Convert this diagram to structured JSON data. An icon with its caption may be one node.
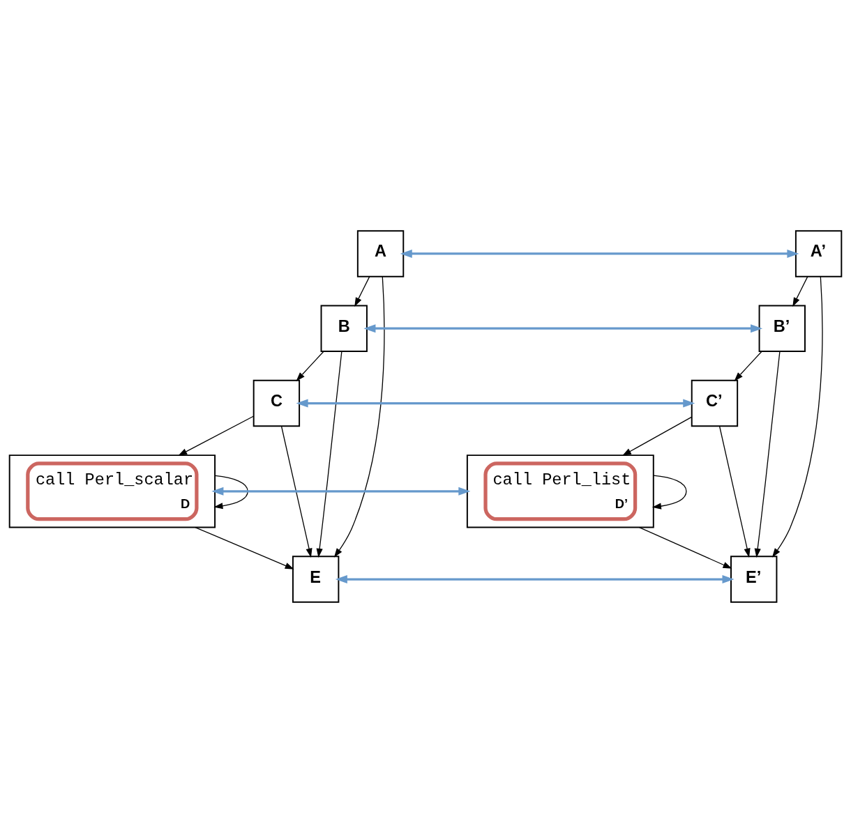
{
  "diagram": {
    "nodes": [
      {
        "text": [
          "A"
        ]
      },
      {
        "text": [
          "B"
        ]
      },
      {
        "text": [
          "C"
        ]
      },
      {
        "text": [
          "call Perl_scalar",
          "D"
        ]
      },
      {
        "text": [
          "E"
        ]
      },
      {
        "text": [
          "A’"
        ]
      },
      {
        "text": [
          "B’"
        ]
      },
      {
        "text": [
          "C’"
        ]
      },
      {
        "text": [
          "call Perl_list",
          "D’"
        ]
      },
      {
        "text": [
          "E’"
        ]
      }
    ],
    "edges": [
      {
        "from": 0,
        "to": 1,
        "arrow": "to"
      },
      {
        "from": 0,
        "to": 4,
        "arrow": "to"
      },
      {
        "from": 1,
        "to": 2,
        "arrow": "to"
      },
      {
        "from": 1,
        "to": 4,
        "arrow": "to"
      },
      {
        "from": 2,
        "to": 3,
        "arrow": "to"
      },
      {
        "from": 2,
        "to": 4,
        "arrow": "to"
      },
      {
        "from": 3,
        "to": 3,
        "arrow": "to"
      },
      {
        "from": 3,
        "to": 4,
        "arrow": "to"
      },
      {
        "from": 5,
        "to": 6,
        "arrow": "to"
      },
      {
        "from": 5,
        "to": 9,
        "arrow": "to"
      },
      {
        "from": 6,
        "to": 7,
        "arrow": "to"
      },
      {
        "from": 6,
        "to": 9,
        "arrow": "to"
      },
      {
        "from": 7,
        "to": 8,
        "arrow": "to"
      },
      {
        "from": 7,
        "to": 9,
        "arrow": "to"
      },
      {
        "from": 8,
        "to": 8,
        "arrow": "to"
      },
      {
        "from": 8,
        "to": 9,
        "arrow": "to"
      },
      {
        "from": 0,
        "to": 5,
        "arrow": "both",
        "color": "#6699cc",
        "style": "thick"
      },
      {
        "from": 1,
        "to": 6,
        "arrow": "both",
        "color": "#6699cc",
        "style": "thick"
      },
      {
        "from": 2,
        "to": 7,
        "arrow": "both",
        "color": "#6699cc",
        "style": "thick"
      },
      {
        "from": 3,
        "to": 8,
        "arrow": "both",
        "color": "#6699cc",
        "style": "thick"
      },
      {
        "from": 4,
        "to": 9,
        "arrow": "both",
        "color": "#6699cc",
        "style": "thick"
      }
    ]
  }
}
